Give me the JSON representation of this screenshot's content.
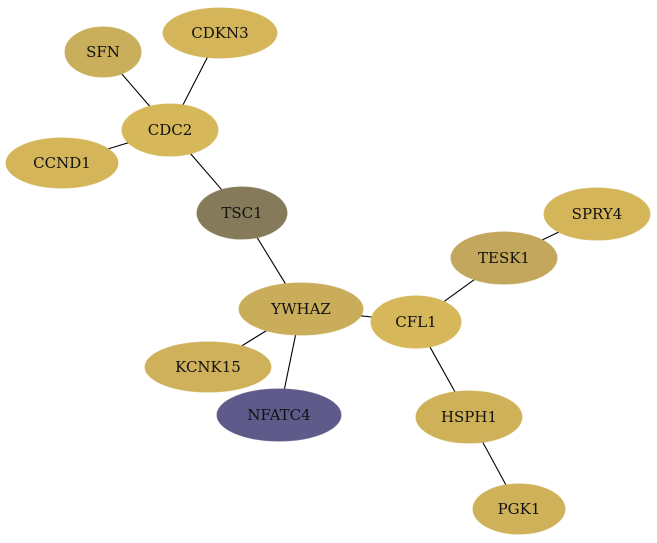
{
  "nodes": [
    {
      "id": "SFN",
      "label": "SFN",
      "color": "#c9ae5c"
    },
    {
      "id": "CDKN3",
      "label": "CDKN3",
      "color": "#d5b55a"
    },
    {
      "id": "CDC2",
      "label": "CDC2",
      "color": "#d6b85a"
    },
    {
      "id": "CCND1",
      "label": "CCND1",
      "color": "#d4b55a"
    },
    {
      "id": "TSC1",
      "label": "TSC1",
      "color": "#857b5b"
    },
    {
      "id": "SPRY4",
      "label": "SPRY4",
      "color": "#d4b55a"
    },
    {
      "id": "TESK1",
      "label": "TESK1",
      "color": "#c2a75d"
    },
    {
      "id": "YWHAZ",
      "label": "YWHAZ",
      "color": "#c9ad5b"
    },
    {
      "id": "CFL1",
      "label": "CFL1",
      "color": "#d6b85a"
    },
    {
      "id": "KCNK15",
      "label": "KCNK15",
      "color": "#cfb15b"
    },
    {
      "id": "NFATC4",
      "label": "NFATC4",
      "color": "#5e5b8a"
    },
    {
      "id": "HSPH1",
      "label": "HSPH1",
      "color": "#cfb15a"
    },
    {
      "id": "PGK1",
      "label": "PGK1",
      "color": "#cfb15a"
    }
  ],
  "edges": [
    {
      "source": "SFN",
      "target": "CDC2"
    },
    {
      "source": "CDKN3",
      "target": "CDC2"
    },
    {
      "source": "CCND1",
      "target": "CDC2"
    },
    {
      "source": "CDC2",
      "target": "TSC1"
    },
    {
      "source": "TSC1",
      "target": "YWHAZ"
    },
    {
      "source": "YWHAZ",
      "target": "KCNK15"
    },
    {
      "source": "YWHAZ",
      "target": "NFATC4"
    },
    {
      "source": "YWHAZ",
      "target": "CFL1"
    },
    {
      "source": "CFL1",
      "target": "TESK1"
    },
    {
      "source": "TESK1",
      "target": "SPRY4"
    },
    {
      "source": "CFL1",
      "target": "HSPH1"
    },
    {
      "source": "HSPH1",
      "target": "PGK1"
    }
  ]
}
